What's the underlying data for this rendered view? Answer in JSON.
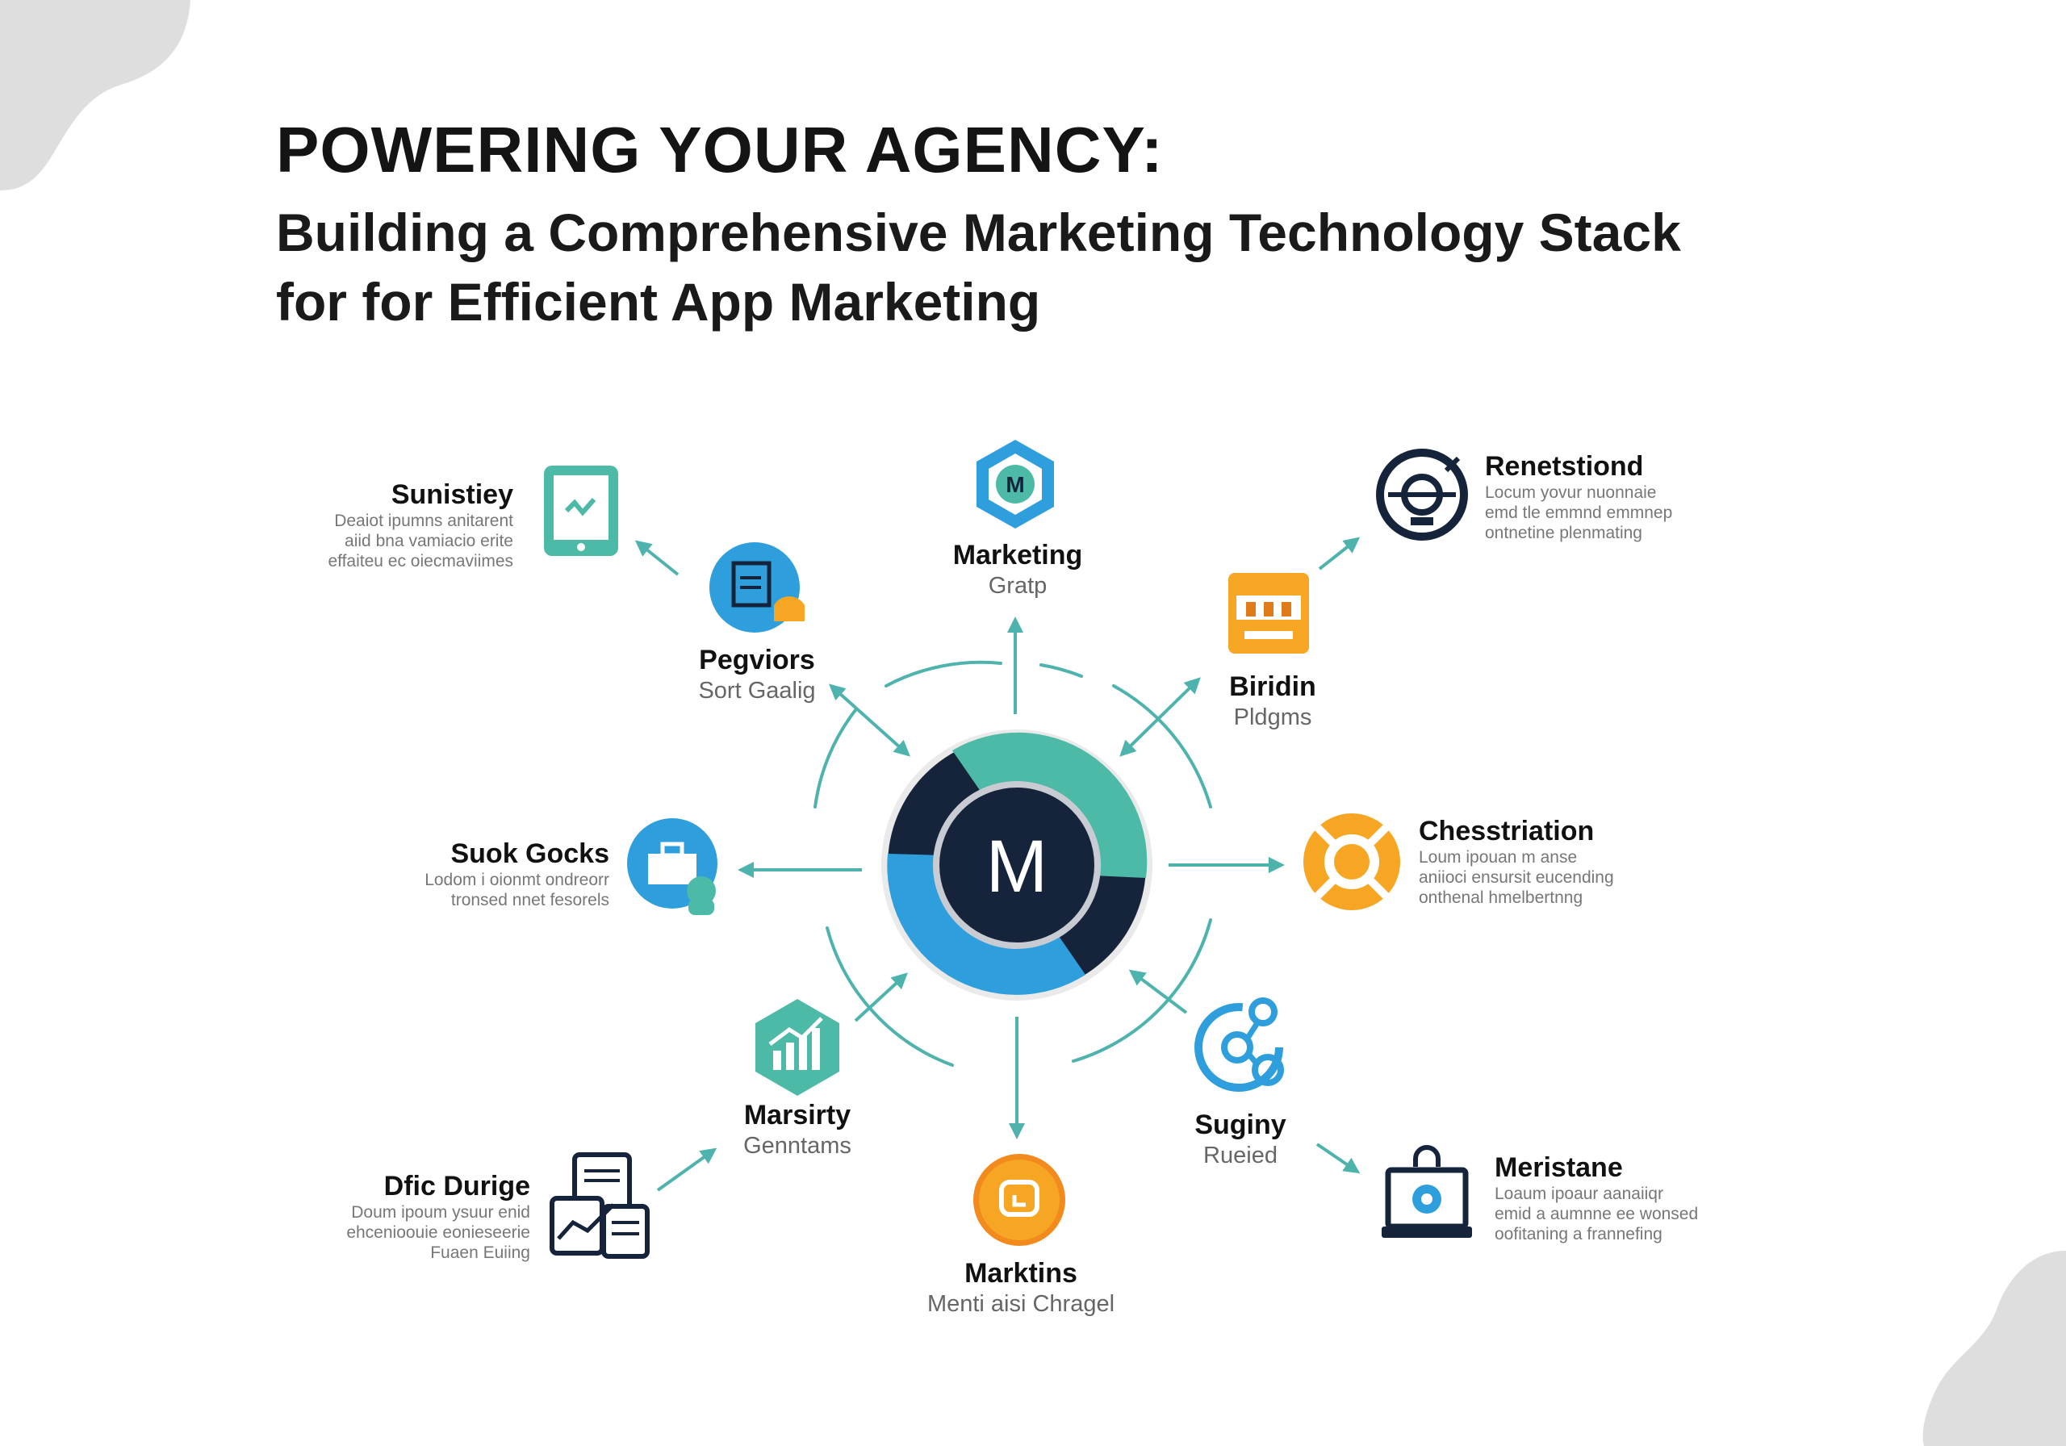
{
  "header": {
    "title": "POWERING YOUR AGENCY:",
    "subtitle_line1": "Building a Comprehensive Marketing Technology Stack",
    "subtitle_line2": "for for Efficient App Marketing"
  },
  "hub": {
    "letter": "M"
  },
  "colors": {
    "navy": "#16243b",
    "teal": "#4dbaa8",
    "blue": "#2e9fdc",
    "orange": "#f6a623",
    "arrow": "#4fb3ad",
    "blob": "#dedede"
  },
  "nodes": {
    "marketing": {
      "name": "Marketing",
      "sub": "Gratp",
      "icon": "hexagon-m-icon"
    },
    "pegviors": {
      "name": "Pegviors",
      "sub": "Sort Gaalig",
      "icon": "document-edit-icon"
    },
    "biridin": {
      "name": "Biridin",
      "sub": "Pldgms",
      "icon": "storefront-icon"
    },
    "marsirty": {
      "name": "Marsirty",
      "sub": "Genntams",
      "icon": "bar-chart-hexagon-icon"
    },
    "suginy": {
      "name": "Suginy",
      "sub": "Rueied",
      "icon": "network-nodes-icon"
    },
    "marktins": {
      "name": "Marktins",
      "sub": "Menti aisi Chragel",
      "icon": "chat-bubble-icon"
    },
    "sunistiey": {
      "name": "Sunistiey",
      "desc": [
        "Deaiot ipumns anitarent",
        "aiid bna vamiacio erite",
        "effaiteu ec oiecmaviimes"
      ],
      "icon": "tablet-checkmark-icon"
    },
    "renetstiond": {
      "name": "Renetstiond",
      "desc": [
        "Locum yovur nuonnaie",
        "emd tle emmnd emmnep",
        "ontnetine plenmating"
      ],
      "icon": "target-gear-icon"
    },
    "suok_gocks": {
      "name": "Suok Gocks",
      "desc": [
        "Lodom i oionmt ondreorr",
        "tronsed nnet fesorels"
      ],
      "icon": "briefcase-person-icon"
    },
    "chesstriation": {
      "name": "Chesstriation",
      "desc": [
        "Loum ipouan m anse",
        "aniioci ensursit eucending",
        "onthenal hmelbertnng"
      ],
      "icon": "lifebuoy-icon"
    },
    "dfic_durige": {
      "name": "Dfic Durige",
      "desc": [
        "Doum ipoum ysuur enid",
        "ehcenioouie eonieseerie",
        "Fuaen Euiing"
      ],
      "icon": "analytics-documents-icon"
    },
    "meristane": {
      "name": "Meristane",
      "desc": [
        "Loaum ipoaur aanaiiqr",
        "emid a aumnne ee wonsed",
        "oofitaning a frannefing"
      ],
      "icon": "laptop-lock-icon"
    }
  }
}
